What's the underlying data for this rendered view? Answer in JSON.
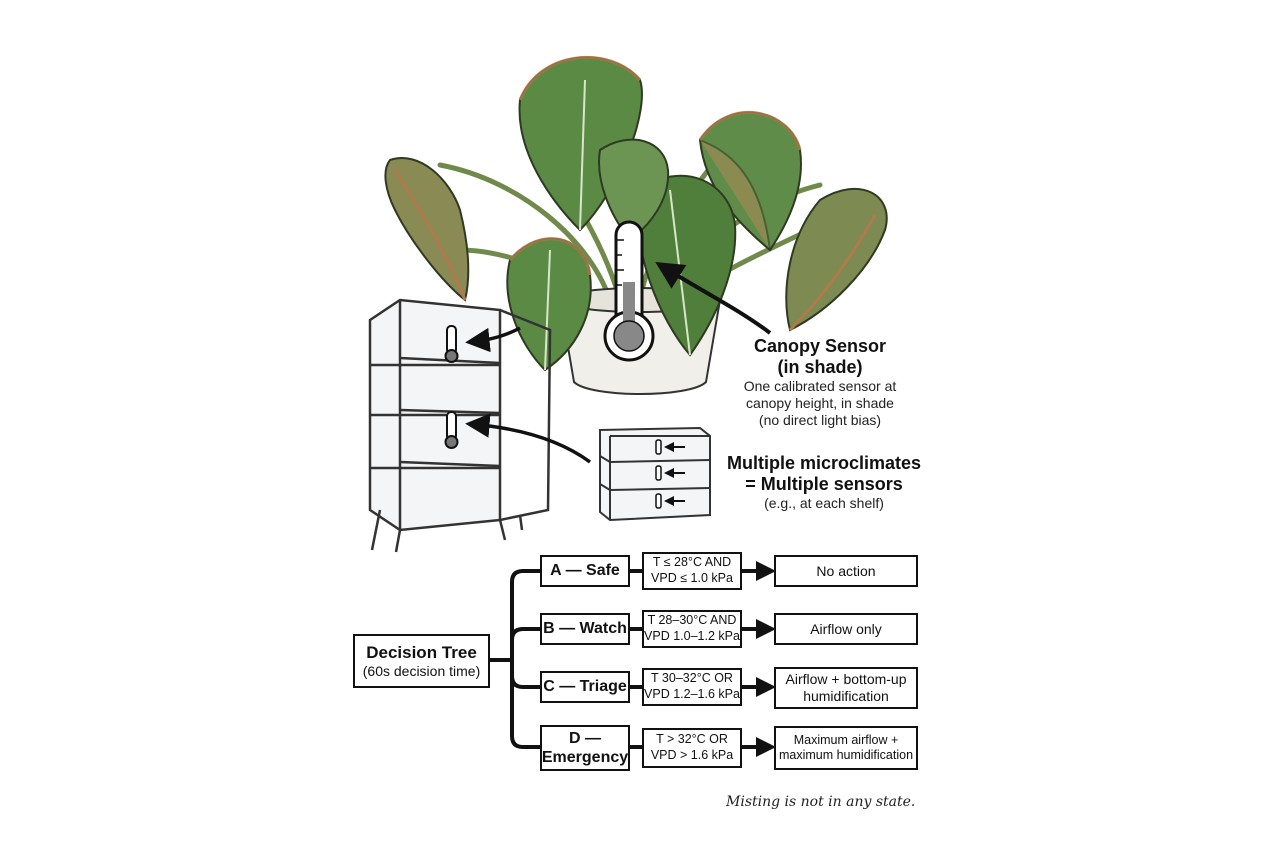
{
  "canopy_sensor": {
    "title_line1": "Canopy Sensor",
    "title_line2": "(in shade)",
    "desc_line1": "One calibrated sensor at",
    "desc_line2": "canopy height, in shade",
    "desc_line3": "(no direct light bias)"
  },
  "microclimates": {
    "title_line1": "Multiple microclimates",
    "title_line2": "= Multiple sensors",
    "desc": "(e.g., at each shelf)"
  },
  "decision_tree": {
    "title": "Decision Tree",
    "subtitle": "(60s decision time)",
    "states": [
      {
        "label": "A — Safe",
        "cond_line1": "T ≤ 28°C AND",
        "cond_line2": "VPD ≤ 1.0 kPa",
        "action_line1": "No action",
        "action_line2": ""
      },
      {
        "label": "B — Watch",
        "cond_line1": "T 28–30°C AND",
        "cond_line2": "VPD 1.0–1.2 kPa",
        "action_line1": "Airflow only",
        "action_line2": ""
      },
      {
        "label": "C — Triage",
        "cond_line1": "T 30–32°C OR",
        "cond_line2": "VPD 1.2–1.6 kPa",
        "action_line1": "Airflow + bottom-up",
        "action_line2": "humidification"
      },
      {
        "label_line1": "D —",
        "label_line2": "Emergency",
        "cond_line1": "T > 32°C OR",
        "cond_line2": "VPD > 1.6 kPa",
        "action_line1": "Maximum airflow +",
        "action_line2": "maximum humidification"
      }
    ]
  },
  "footnote": "Misting is not in any state.",
  "colors": {
    "leaf_green": "#4f7f3a",
    "leaf_dark": "#2f5a24",
    "leaf_brown_edge": "#b07a4a",
    "stem": "#6f8a4a",
    "line": "#111111",
    "thermo_fill": "#888888"
  },
  "icons": [
    "plant-illustration",
    "thermometer-icon",
    "glass-cabinet",
    "small-shelf-unit",
    "arrow-icon"
  ]
}
